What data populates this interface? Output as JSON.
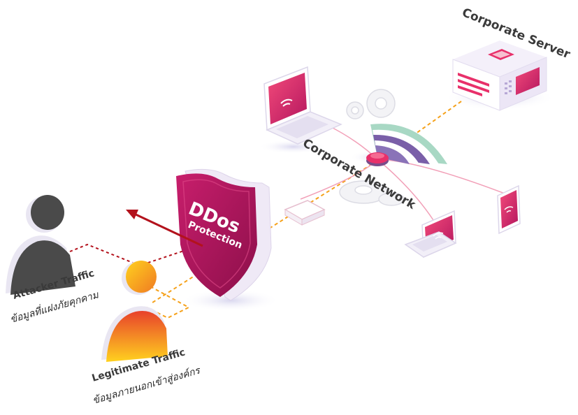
{
  "labels": {
    "corporate_server": "Corporate Server",
    "corporate_network": "Corporate Network",
    "ddos": "DDos",
    "protection": "Protection",
    "attacker_traffic": "Attacker Traffic",
    "attacker_traffic_th": "ข้อมูลที่แฝงภัยคุกคาม",
    "legitimate_traffic": "Legitimate Traffic",
    "legitimate_traffic_th": "ข้อมูลภายนอกเข้าสู่องค์กร"
  },
  "colors": {
    "shield": "#b5175f",
    "shield_dark": "#8c0f4a",
    "arrow": "#b3121c",
    "attacker": "#4a4a4a",
    "legit_top": "#ffd21f",
    "legit_bottom": "#e8412b",
    "wire_orange": "#f5a11a",
    "wire_red": "#b3121c",
    "wifi_teal": "#a8d8c4",
    "wifi_purple": "#7a5fa8",
    "device_pink": "#e8306a"
  },
  "icons": [
    "shield-icon",
    "server-icon",
    "laptop-icon",
    "tablet-icon",
    "router-icon",
    "wifi-icon",
    "gear-icon",
    "person-icon",
    "arrow-icon"
  ]
}
